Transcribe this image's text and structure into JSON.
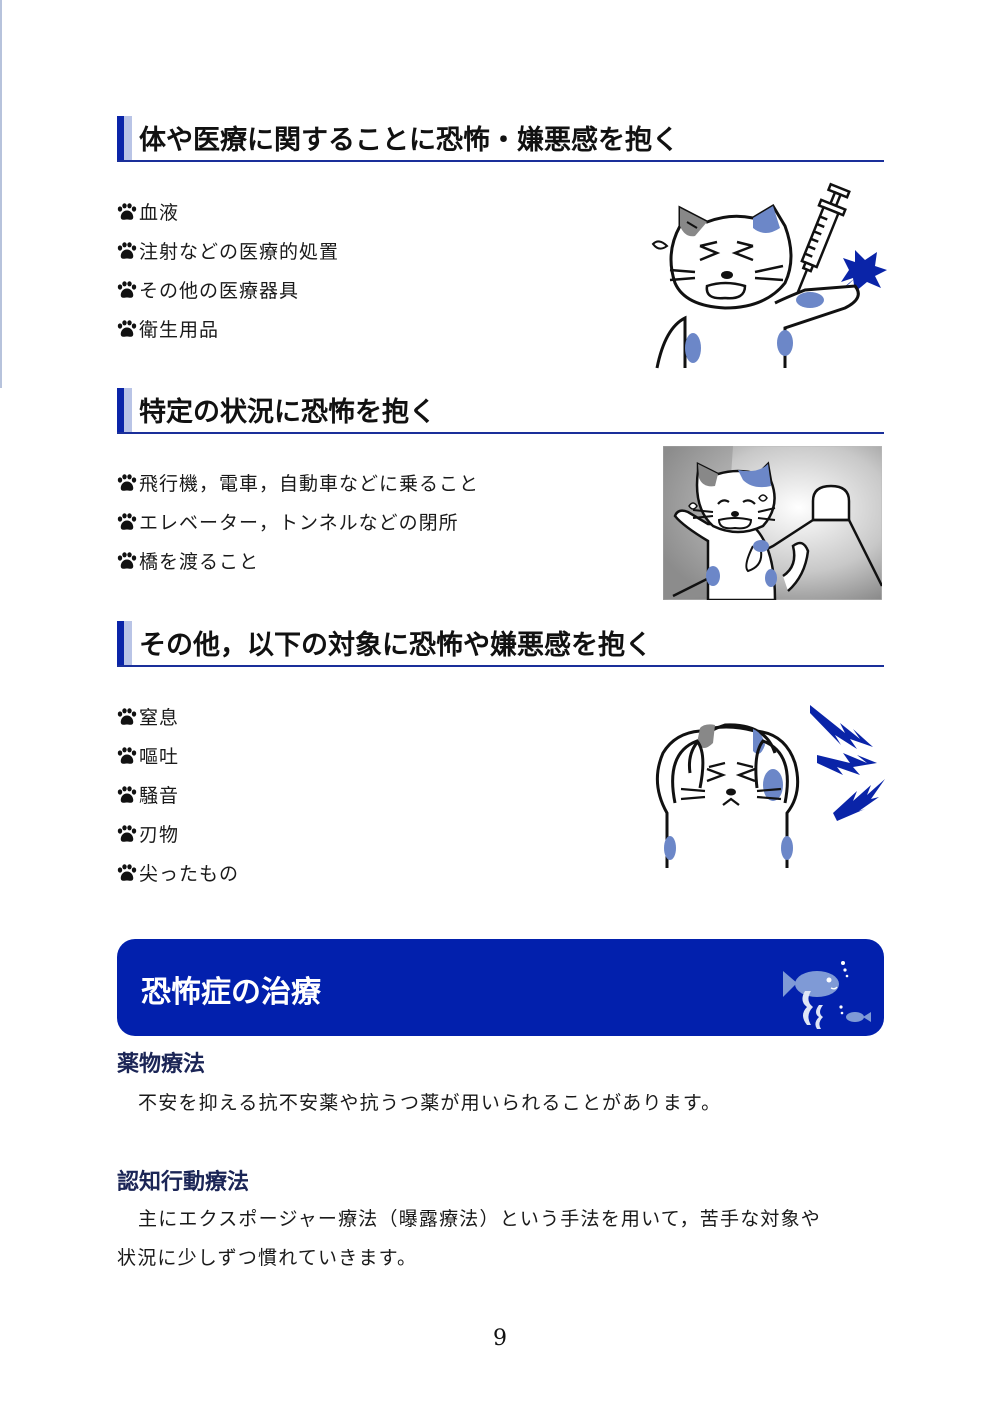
{
  "sections": [
    {
      "title": "体や医療に関することに恐怖・嫌悪感を抱く",
      "items": [
        "血液",
        "注射などの医療的処置",
        "その他の医療器具",
        "衛生用品"
      ],
      "illustration": "cat-getting-injection"
    },
    {
      "title": "特定の状況に恐怖を抱く",
      "items": [
        "飛行機，電車，自動車などに乗ること",
        "エレベーター，トンネルなどの閉所",
        "橋を渡ること"
      ],
      "illustration": "scared-cat-in-tunnel"
    },
    {
      "title": "その他，以下の対象に恐怖や嫌悪感を抱く",
      "items": [
        "窒息",
        "嘔吐",
        "騒音",
        "刃物",
        "尖ったもの"
      ],
      "illustration": "cat-covering-ears-noise"
    }
  ],
  "bullet_icon": "paw-icon",
  "treatment": {
    "banner_title": "恐怖症の治療",
    "banner_icon": "fish-seaweed-icon",
    "subsections": [
      {
        "heading": "薬物療法",
        "text": "不安を抑える抗不安薬や抗うつ薬が用いられることがあります。"
      },
      {
        "heading": "認知行動療法",
        "text_line1": "主にエクスポージャー療法（曝露療法）という手法を用いて，苦手な対象や",
        "text_line2": "状況に少しずつ慣れていきます。"
      }
    ]
  },
  "page_number": "9",
  "colors": {
    "accent_dark": "#0a24a8",
    "accent_light": "#b9c4e6",
    "banner": "#0220ad",
    "cat_spot": "#6c87c8",
    "subheading": "#1b2556"
  }
}
